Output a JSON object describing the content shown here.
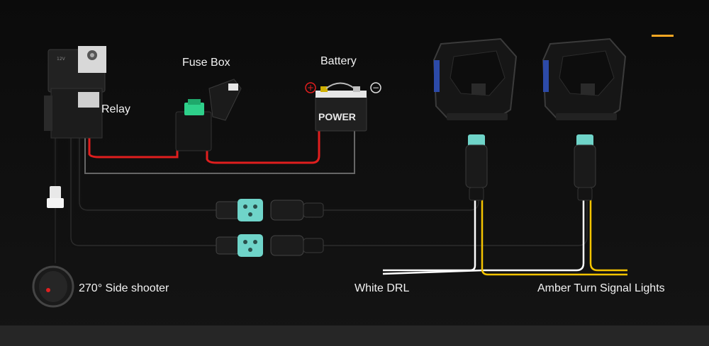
{
  "labels": {
    "fuse_box": "Fuse Box",
    "battery": "Battery",
    "relay": "Relay",
    "switch": "270° Side shooter",
    "white_drl": "White DRL",
    "amber": "Amber Turn Signal Lights",
    "battery_brand": "POWER",
    "plus_sign": "+",
    "minus_sign": "−"
  },
  "colors": {
    "accent": "#f5a623",
    "positive_wire": "#e01e1e",
    "ground_wire": "#666666",
    "drl_wire": "#ffffff",
    "amber_wire": "#f5c400",
    "connector": "#6fd4c9",
    "fuse": "#2ed08a",
    "switch_led": "#e02020"
  },
  "icons": {
    "plus": "battery-positive-icon",
    "minus": "battery-negative-icon"
  }
}
